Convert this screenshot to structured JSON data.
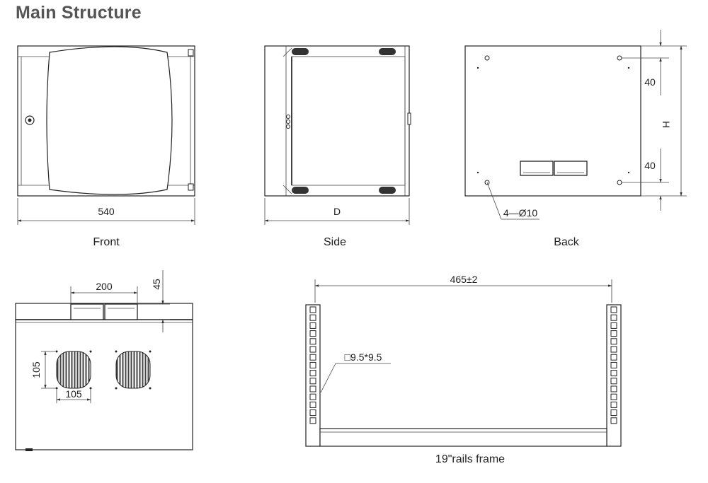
{
  "title": "Main Structure",
  "views": {
    "front": {
      "caption": "Front",
      "width_label": "540"
    },
    "side": {
      "caption": "Side",
      "depth_label": "D"
    },
    "back": {
      "caption": "Back",
      "top_label": "40",
      "bottom_label": "40",
      "height_label": "H",
      "hole_label": "4—Ø10"
    },
    "top": {
      "cutout_label": "200",
      "cutout_depth_label": "45",
      "fan_height_label": "105",
      "fan_width_label": "105"
    },
    "rails": {
      "caption": "19\"rails frame",
      "width_label": "465±2",
      "hole_label": "□9.5*9.5"
    }
  }
}
